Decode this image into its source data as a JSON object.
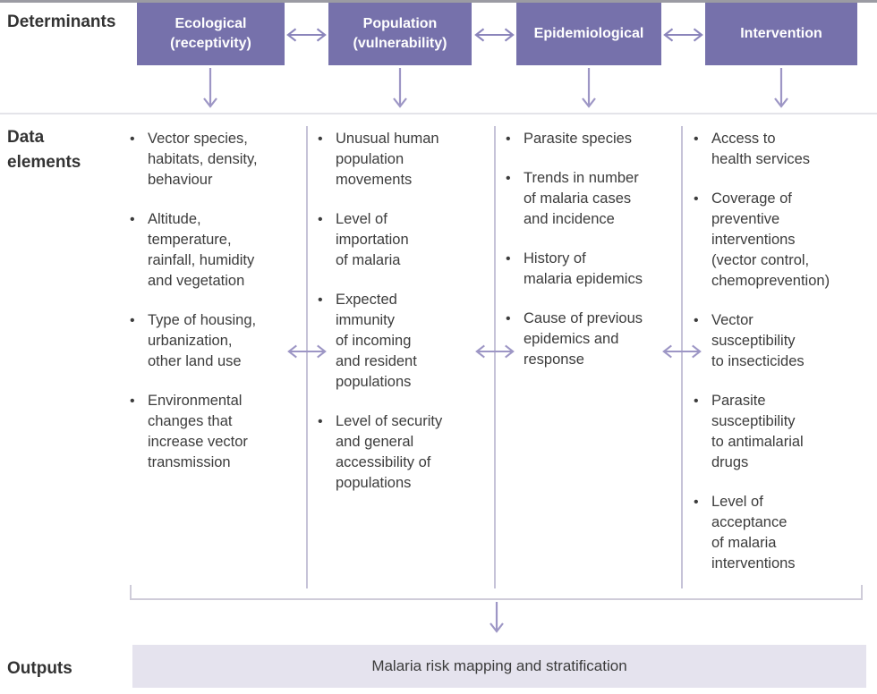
{
  "labels": {
    "determinants": "Determinants",
    "data_elements": "Data elements",
    "outputs": "Outputs"
  },
  "determinants": [
    {
      "label": "Ecological\n(receptivity)"
    },
    {
      "label": "Population\n(vulnerability)"
    },
    {
      "label": "Epidemiological"
    },
    {
      "label": "Intervention"
    }
  ],
  "columns": [
    {
      "name": "ecological",
      "items": [
        "Vector species,\nhabitats, density,\nbehaviour",
        "Altitude,\ntemperature,\nrainfall, humidity\nand vegetation",
        "Type of housing,\nurbanization,\nother land use",
        "Environmental\nchanges that\nincrease vector\ntransmission"
      ]
    },
    {
      "name": "population",
      "items": [
        "Unusual human\npopulation\nmovements",
        "Level of\nimportation\nof malaria",
        "Expected\nimmunity\nof incoming\nand resident\npopulations",
        "Level of security\nand general\naccessibility of\npopulations"
      ]
    },
    {
      "name": "epidemiological",
      "items": [
        "Parasite species",
        "Trends in number\nof malaria cases\nand incidence",
        "History of\nmalaria epidemics",
        "Cause of previous\nepidemics and\nresponse"
      ]
    },
    {
      "name": "intervention",
      "items": [
        "Access to\nhealth services",
        "Coverage of\npreventive\ninterventions\n(vector control,\nchemoprevention)",
        "Vector\nsusceptibility\nto insecticides",
        "Parasite\nsusceptibility\nto antimalarial\ndrugs",
        "Level of\nacceptance\nof malaria\ninterventions"
      ]
    }
  ],
  "outputs_box": {
    "label": "Malaria risk mapping and stratification"
  },
  "colors": {
    "box_fill": "#7671ab",
    "box_text": "#ffffff",
    "arrow_dark": "#8b85bb",
    "arrow_light": "#9d96c5",
    "column_divider": "#c6c3d8",
    "section_divider": "#e4e4e9",
    "top_rule": "#9b9ba3",
    "bracket": "#cfccd9",
    "output_fill": "#e5e3ee",
    "text": "#3b3b3b"
  }
}
